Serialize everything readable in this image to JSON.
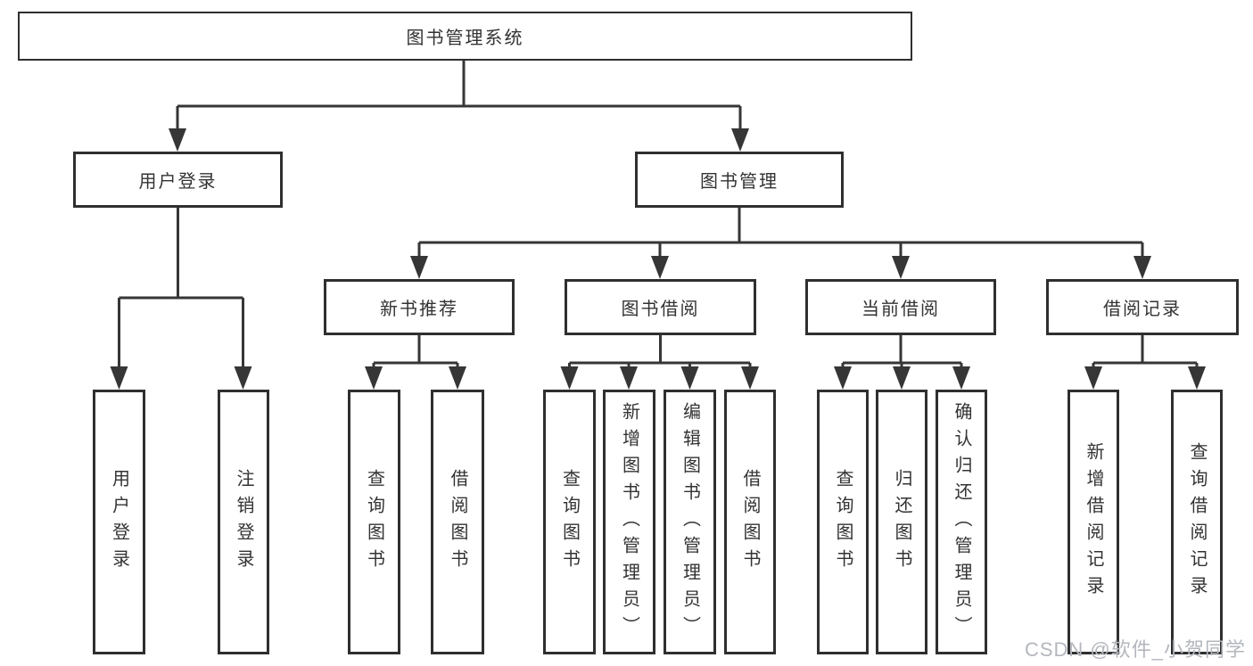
{
  "tree": {
    "label": "图书管理系统",
    "children": [
      {
        "label": "用户登录",
        "children": [
          {
            "label": "用户登录"
          },
          {
            "label": "注销登录"
          }
        ]
      },
      {
        "label": "图书管理",
        "children": [
          {
            "label": "新书推荐",
            "children": [
              {
                "label": "查询图书"
              },
              {
                "label": "借阅图书"
              }
            ]
          },
          {
            "label": "图书借阅",
            "children": [
              {
                "label": "查询图书"
              },
              {
                "label": "新增图书（管理员）"
              },
              {
                "label": "编辑图书（管理员）"
              },
              {
                "label": "借阅图书"
              }
            ]
          },
          {
            "label": "当前借阅",
            "children": [
              {
                "label": "查询图书"
              },
              {
                "label": "归还图书"
              },
              {
                "label": "确认归还（管理员）"
              }
            ]
          },
          {
            "label": "借阅记录",
            "children": [
              {
                "label": "新增借阅记录"
              },
              {
                "label": "查询借阅记录"
              }
            ]
          }
        ]
      }
    ]
  },
  "watermark": {
    "text": "CSDN @软件_小贺同学"
  },
  "colors": {
    "background": "#ffffff",
    "line": "#363636",
    "box_border": "#2f2f2f",
    "text": "#333333",
    "watermark": "#b3b7bd"
  }
}
